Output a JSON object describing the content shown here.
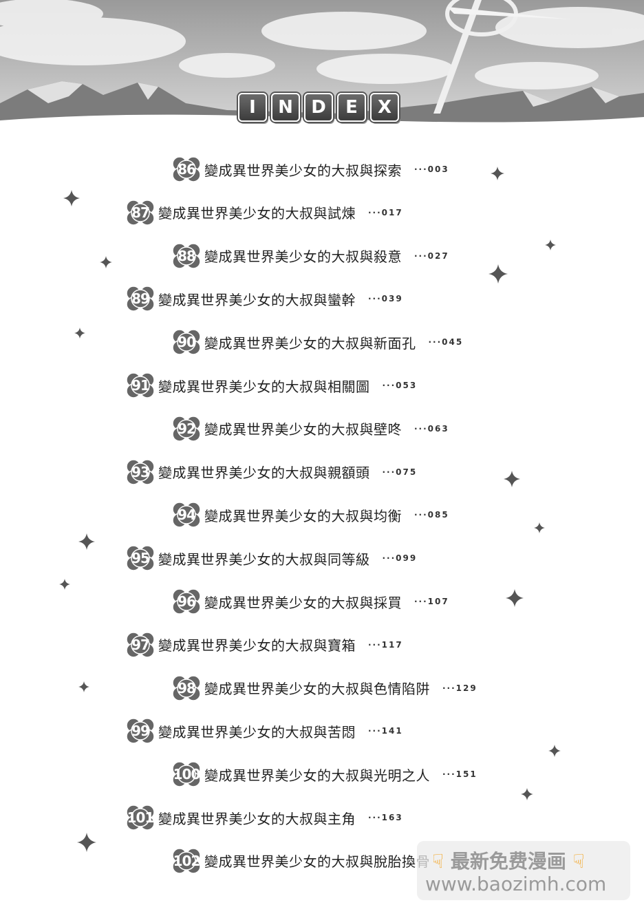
{
  "header": {
    "letters": [
      "I",
      "N",
      "D",
      "E",
      "X"
    ]
  },
  "entries": [
    {
      "num": "86",
      "title": "變成異世界美少女的大叔與探索",
      "page": "···003"
    },
    {
      "num": "87",
      "title": "變成異世界美少女的大叔與試煉",
      "page": "···017"
    },
    {
      "num": "88",
      "title": "變成異世界美少女的大叔與殺意",
      "page": "···027"
    },
    {
      "num": "89",
      "title": "變成異世界美少女的大叔與蠻幹",
      "page": "···039"
    },
    {
      "num": "90",
      "title": "變成異世界美少女的大叔與新面孔",
      "page": "···045"
    },
    {
      "num": "91",
      "title": "變成異世界美少女的大叔與相關圖",
      "page": "···053"
    },
    {
      "num": "92",
      "title": "變成異世界美少女的大叔與壁咚",
      "page": "···063"
    },
    {
      "num": "93",
      "title": "變成異世界美少女的大叔與親額頭",
      "page": "···075"
    },
    {
      "num": "94",
      "title": "變成異世界美少女的大叔與均衡",
      "page": "···085"
    },
    {
      "num": "95",
      "title": "變成異世界美少女的大叔與同等級",
      "page": "···099"
    },
    {
      "num": "96",
      "title": "變成異世界美少女的大叔與採買",
      "page": "···107"
    },
    {
      "num": "97",
      "title": "變成異世界美少女的大叔與寶箱",
      "page": "···117"
    },
    {
      "num": "98",
      "title": "變成異世界美少女的大叔與色情陷阱",
      "page": "···129"
    },
    {
      "num": "99",
      "title": "變成異世界美少女的大叔與苦悶",
      "page": "···141"
    },
    {
      "num": "100",
      "title": "變成異世界美少女的大叔與光明之人",
      "page": "···151"
    },
    {
      "num": "101",
      "title": "變成異世界美少女的大叔與主角",
      "page": "···163"
    },
    {
      "num": "102",
      "title": "變成異世界美少女的大叔與脫胎換骨",
      "page": ""
    }
  ],
  "watermark": {
    "line1": "最新免费漫画",
    "line2": "www.baozimh.com",
    "hand_icon": "pointing-down-hand-icon"
  }
}
